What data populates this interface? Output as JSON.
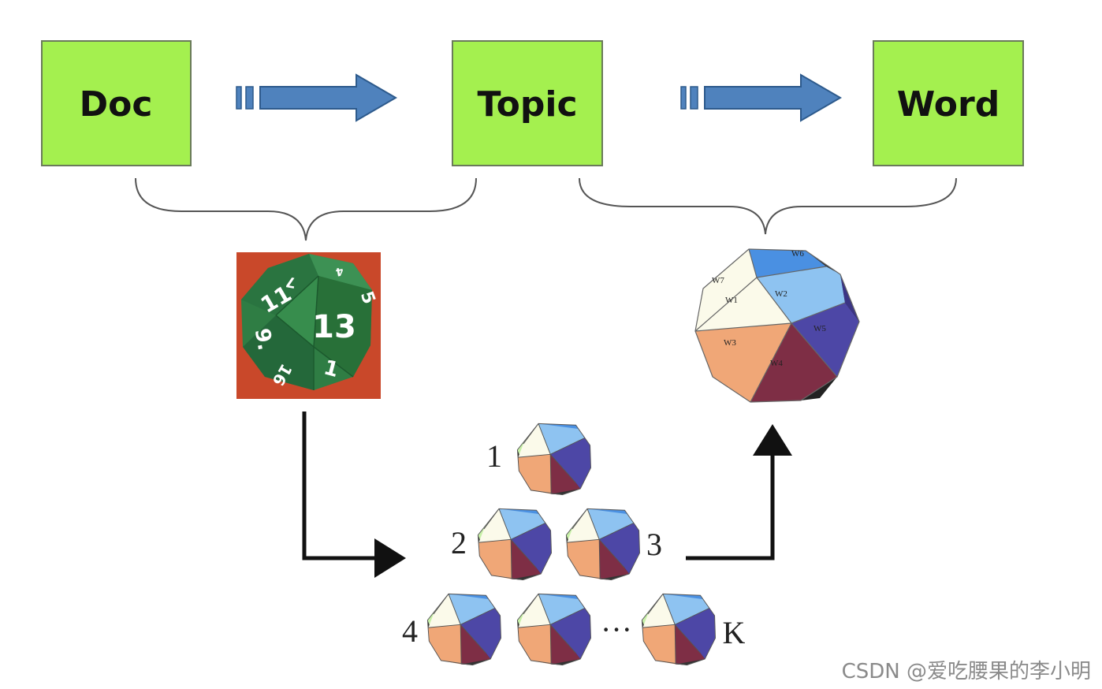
{
  "boxes": {
    "doc": "Doc",
    "topic": "Topic",
    "word": "Word"
  },
  "doc_topic_die": {
    "numbers": [
      "13",
      "11",
      "9.",
      "5",
      "7",
      "1",
      "16",
      "4"
    ]
  },
  "topic_word_die": {
    "faces": [
      "W1",
      "W2",
      "W3",
      "W4",
      "W5",
      "W6",
      "W7"
    ]
  },
  "small_dice_labels": {
    "one": "1",
    "two": "2",
    "three": "3",
    "four": "4",
    "k": "K",
    "ellipsis": "···"
  },
  "watermark": "CSDN @爱吃腰果的李小明",
  "colors": {
    "box_fill": "#a4f04f",
    "box_border": "#6a7a5a",
    "arrow_fill": "#4f82bd",
    "arrow_stroke": "#2d5a8c",
    "die_green": "#2f7d44",
    "die_background": "#c9482a",
    "face_w1": "#fbfaea",
    "face_w2": "#8ec3f1",
    "face_w3": "#f0a777",
    "face_w4": "#7e2e45",
    "face_w5": "#4d47a6",
    "face_w6": "#4a90e2",
    "face_w7": "#c7f0a8"
  }
}
